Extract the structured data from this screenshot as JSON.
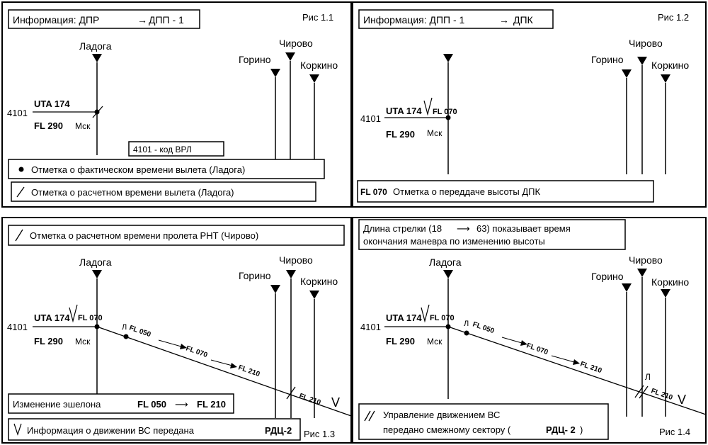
{
  "panel1": {
    "info": "Информация:  ДПР",
    "info_to": "ДПП - 1",
    "fig": "Рис 1.1",
    "code_note": "4101   - код ВРЛ",
    "legend_fact": "Отметка о фактическом времени вылета (Ладога)",
    "legend_calc": "Отметка о расчетном времени вылета (Ладога)"
  },
  "panel2": {
    "info": "Информация:  ДПП - 1",
    "info_to": "ДПК",
    "fig": "Рис 1.2",
    "fl_handover": "FL 070",
    "legend_fl": "FL 070",
    "legend_text": "Отметка о переддаче высоты ДПК"
  },
  "panel3": {
    "legend_top": "Отметка о расчетном времени пролета РНТ (Чирово)",
    "change_label": "Изменение эшелона",
    "change_from": "FL 050",
    "change_to": "FL 210",
    "info_text": "Информация о движении ВС передана",
    "info_rdc": "РДЦ-2",
    "fig": "Рис 1.3"
  },
  "panel4": {
    "note_line1": "Длина стрелки (18",
    "note_line1b": "63) показывает время",
    "note_line2": "окончания маневра по изменению высоты",
    "legend_line1": "Управление движением ВС",
    "legend_line2": "передано смежному сектору (",
    "legend_rdc": "РДЦ- 2",
    "legend_close": ")",
    "fig": "Рис 1.4",
    "l_mark": "Л"
  },
  "common": {
    "ladoga": "Ладога",
    "gorino": "Горино",
    "chirovo": "Чирово",
    "korkino": "Коркино",
    "code": "4101",
    "callsign": "UTA 174",
    "fl290": "FL 290",
    "msk": "Мск",
    "fl070": "FL 070",
    "fl050": "FL 050",
    "fl210": "FL 210",
    "l_mark": "Л",
    "v_mark": "V"
  }
}
